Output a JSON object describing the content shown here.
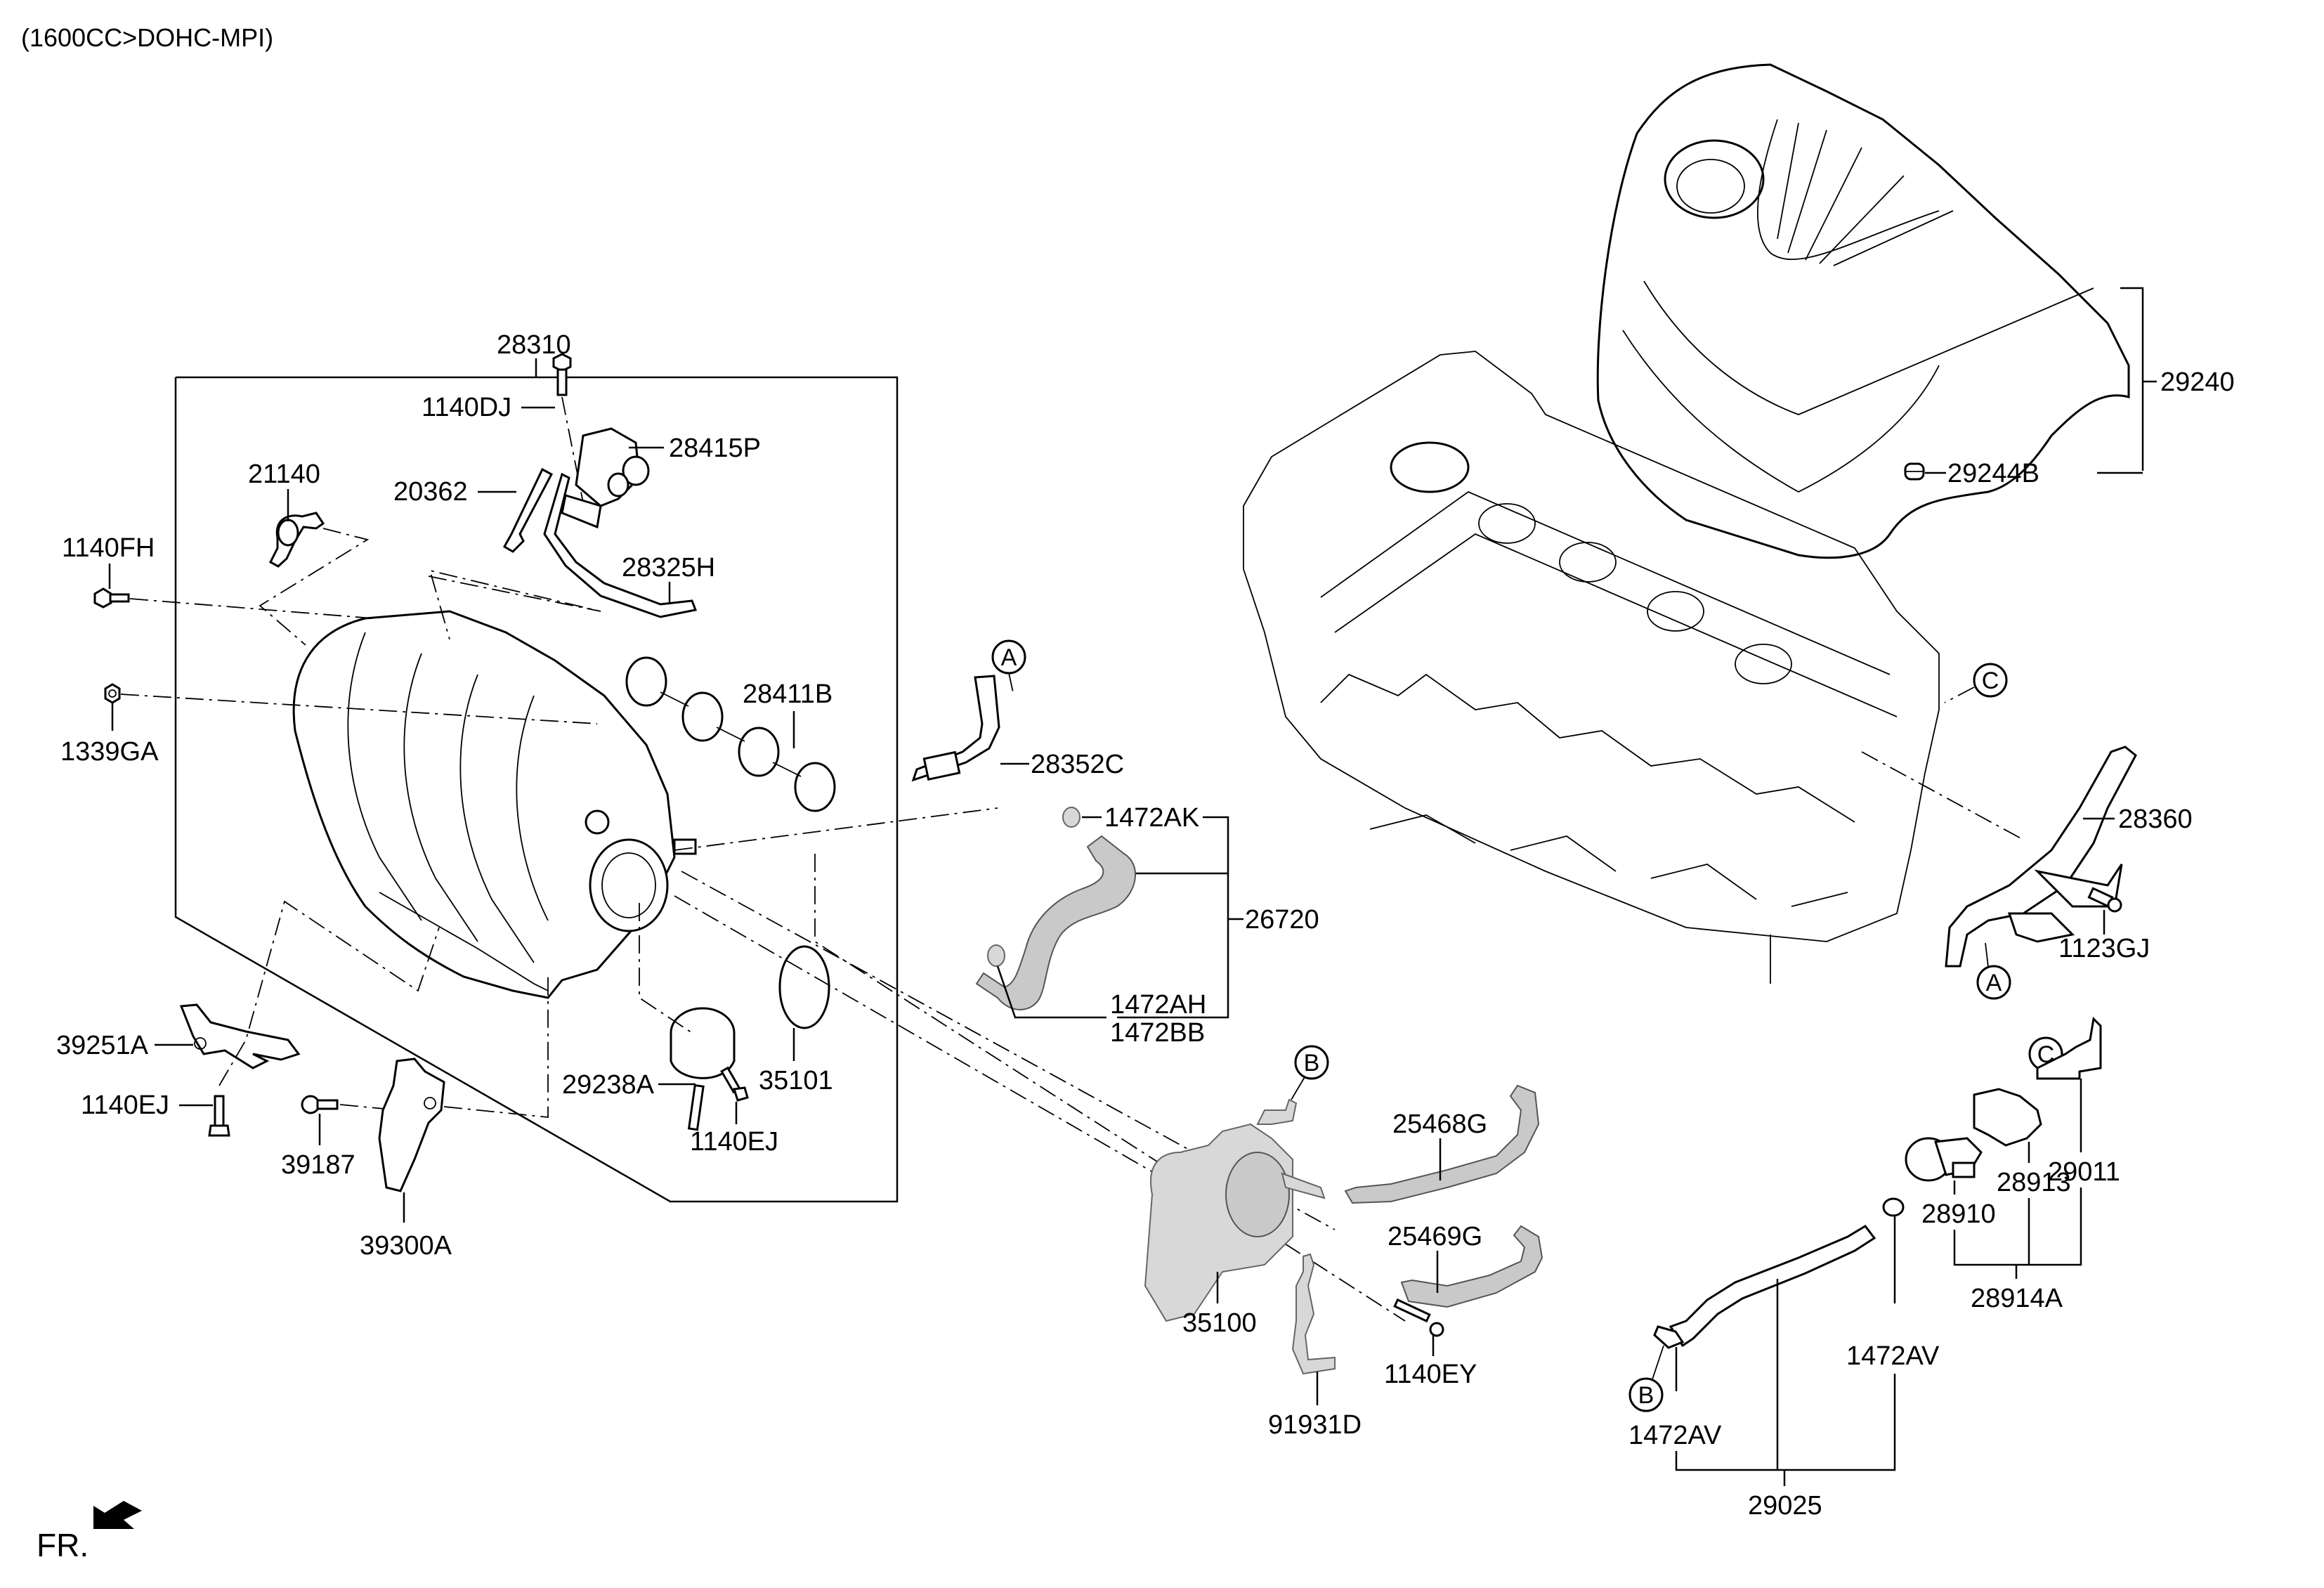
{
  "title": "(1600CC>DOHC-MPI)",
  "front_indicator": "FR.",
  "reference_markers": {
    "A": "A",
    "B": "B",
    "C": "C"
  },
  "labels": {
    "p28310": "28310",
    "p1140DJ": "1140DJ",
    "p28415P": "28415P",
    "p21140": "21140",
    "p20362": "20362",
    "p1140FH": "1140FH",
    "p28325H": "28325H",
    "p28411B": "28411B",
    "p1339GA": "1339GA",
    "p39251A": "39251A",
    "p1140EJ_a": "1140EJ",
    "p39187": "39187",
    "p39300A": "39300A",
    "p29238A": "29238A",
    "p35101": "35101",
    "p1140EJ_b": "1140EJ",
    "p28352C": "28352C",
    "p1472AK": "1472AK",
    "p26720": "26720",
    "p1472AH": "1472AH",
    "p1472BB": "1472BB",
    "p25468G": "25468G",
    "p25469G": "25469G",
    "p35100": "35100",
    "p1140EY": "1140EY",
    "p91931D": "91931D",
    "p29240": "29240",
    "p29244B": "29244B",
    "p28360": "28360",
    "p1123GJ": "1123GJ",
    "p29011": "29011",
    "p28913": "28913",
    "p28910": "28910",
    "p28914A": "28914A",
    "p1472AV_a": "1472AV",
    "p1472AV_b": "1472AV",
    "p29025": "29025"
  }
}
